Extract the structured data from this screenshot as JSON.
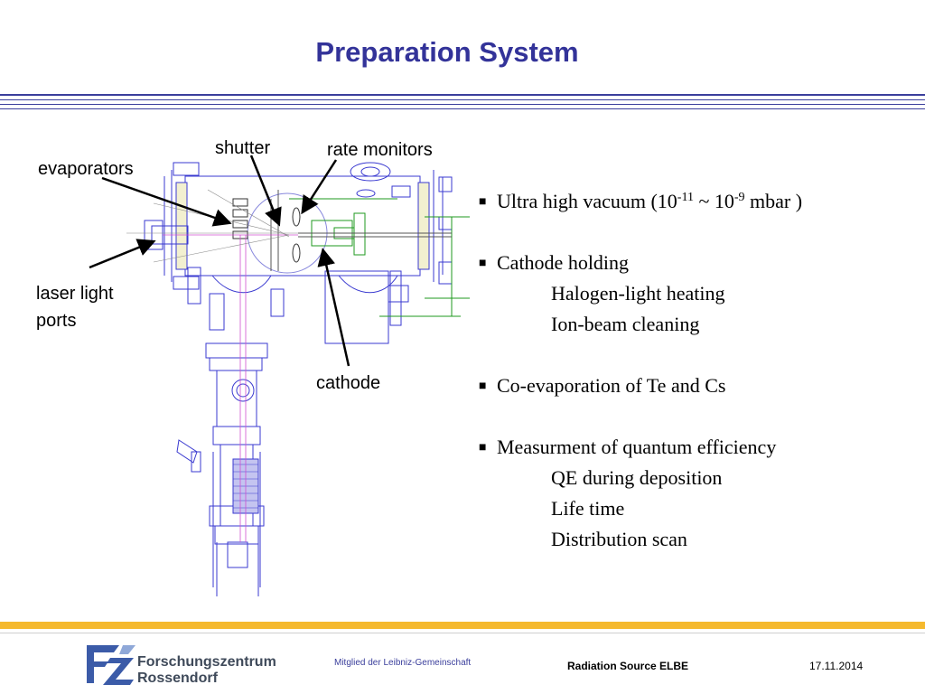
{
  "slide": {
    "title": "Preparation System"
  },
  "diagram": {
    "labels": {
      "shutter": "shutter",
      "rate_monitors": "rate monitors",
      "evaporators": "evaporators",
      "laser_ports_line1": "laser light",
      "laser_ports_line2": "ports",
      "cathode": "cathode"
    }
  },
  "bullets": {
    "b1": {
      "prefix": "Ultra high vacuum (10",
      "exp1": "-11",
      "mid": " ~ 10",
      "exp2": "-9",
      "suffix": " mbar )"
    },
    "b2": {
      "text": "Cathode holding",
      "subs": [
        "Halogen-light heating",
        "Ion-beam cleaning"
      ]
    },
    "b3": {
      "text": "Co-evaporation of Te and Cs"
    },
    "b4": {
      "text": "Measurment of quantum efficiency",
      "subs": [
        "QE during deposition",
        "Life time",
        "Distribution scan"
      ]
    },
    "marker": "■"
  },
  "footer": {
    "logo_line1": "Forschungszentrum",
    "logo_line2": "Rossendorf",
    "member": "Mitglied der Leibniz-Gemeinschaft",
    "title": "Radiation Source ELBE",
    "date": "17.11.2014"
  },
  "colors": {
    "title": "#333399",
    "rule": "#3b3f9c",
    "accent_bar": "#f5b92e",
    "drawing_blue": "#3a3ad0",
    "drawing_green": "#1f9a1f",
    "drawing_magenta": "#d050d0"
  }
}
